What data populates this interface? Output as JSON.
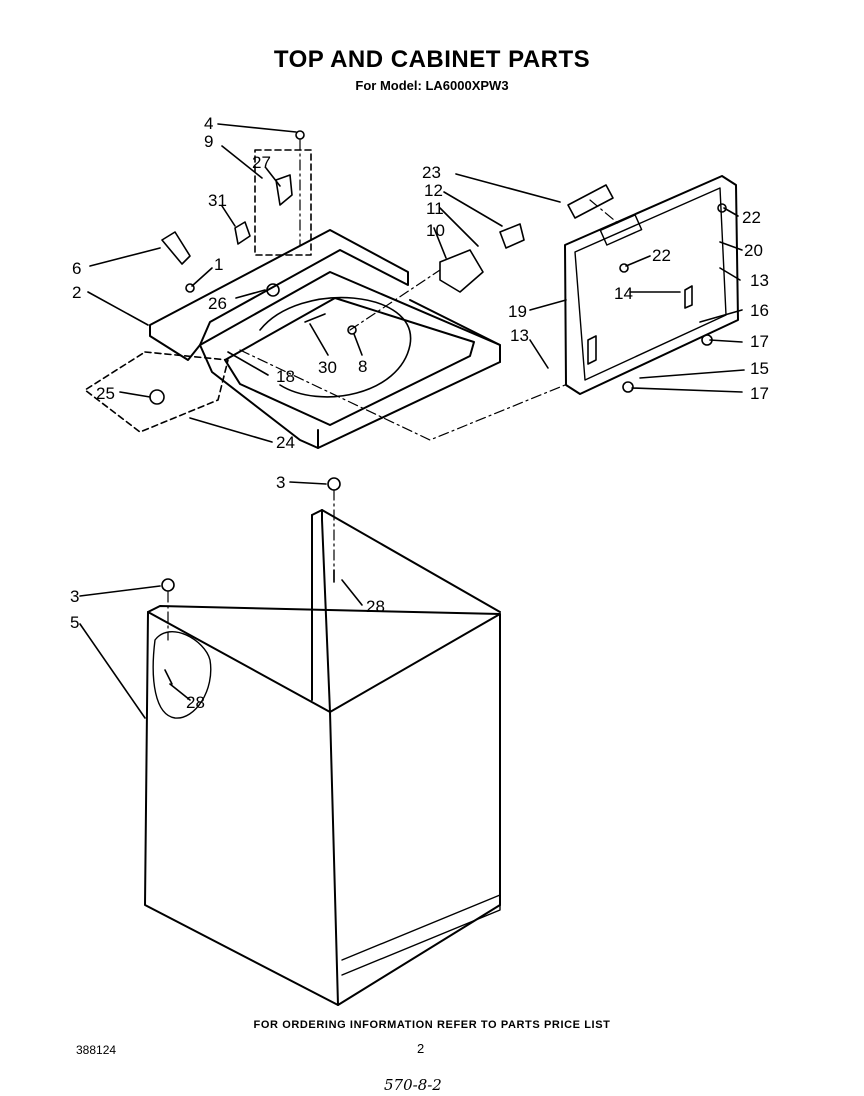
{
  "header": {
    "title": "TOP AND CABINET PARTS",
    "subtitle": "For Model: LA6000XPW3"
  },
  "callouts": [
    {
      "label": "4"
    },
    {
      "label": "9"
    },
    {
      "label": "27"
    },
    {
      "label": "31"
    },
    {
      "label": "6"
    },
    {
      "label": "1"
    },
    {
      "label": "2"
    },
    {
      "label": "26"
    },
    {
      "label": "25"
    },
    {
      "label": "18"
    },
    {
      "label": "30"
    },
    {
      "label": "8"
    },
    {
      "label": "24"
    },
    {
      "label": "23"
    },
    {
      "label": "12"
    },
    {
      "label": "11"
    },
    {
      "label": "10"
    },
    {
      "label": "22"
    },
    {
      "label": "22"
    },
    {
      "label": "20"
    },
    {
      "label": "13"
    },
    {
      "label": "14"
    },
    {
      "label": "16"
    },
    {
      "label": "19"
    },
    {
      "label": "13"
    },
    {
      "label": "17"
    },
    {
      "label": "15"
    },
    {
      "label": "17"
    },
    {
      "label": "3"
    },
    {
      "label": "28"
    },
    {
      "label": "3"
    },
    {
      "label": "5"
    },
    {
      "label": "28"
    }
  ],
  "footer": {
    "ordering_note": "FOR ORDERING INFORMATION REFER TO PARTS PRICE LIST",
    "doc_number": "388124",
    "page_number": "2",
    "handwritten_note": "570-8-2"
  }
}
